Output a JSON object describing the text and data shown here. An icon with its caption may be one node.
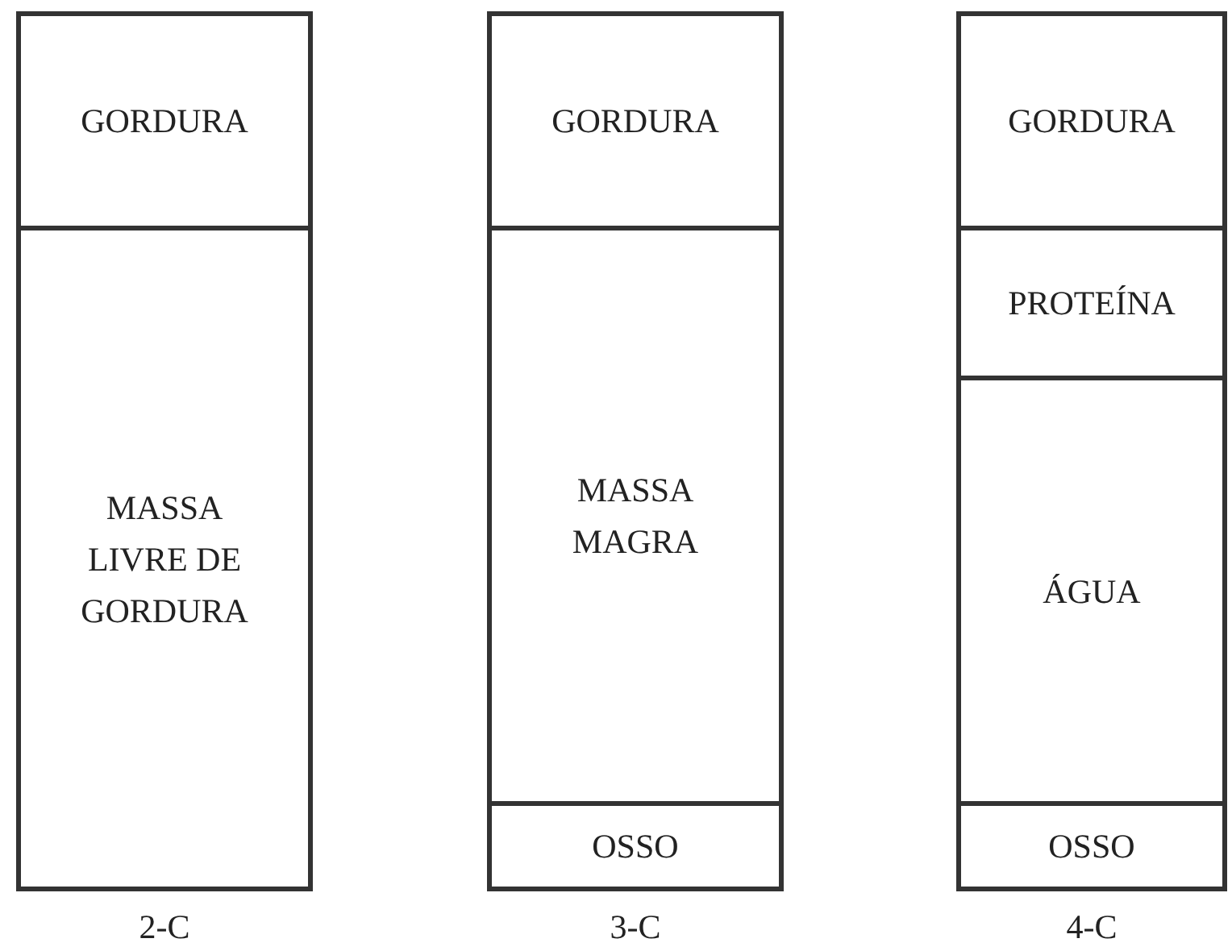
{
  "diagram": {
    "nodes": [
      {
        "text": [],
        "shape": "box",
        "beside": [
          "2-C"
        ]
      },
      {
        "text": [
          "GORDURA"
        ],
        "in": 0
      },
      {
        "text": [
          "MASSA LIVRE DE GORDURA"
        ],
        "in": 0
      },
      {
        "text": [],
        "shape": "box",
        "beside": [
          "3-C"
        ]
      },
      {
        "text": [
          "GORDURA"
        ],
        "in": 3
      },
      {
        "text": [
          "MASSA MAGRA"
        ],
        "in": 3
      },
      {
        "text": [
          "OSSO"
        ],
        "in": 3
      },
      {
        "text": [],
        "shape": "box",
        "beside": [
          "4-C"
        ]
      },
      {
        "text": [
          "GORDURA"
        ],
        "in": 7
      },
      {
        "text": [
          "PROTEÍNA"
        ],
        "in": 7
      },
      {
        "text": [
          "ÁGUA"
        ],
        "in": 7
      },
      {
        "text": [
          "OSSO"
        ],
        "in": 7
      }
    ]
  }
}
